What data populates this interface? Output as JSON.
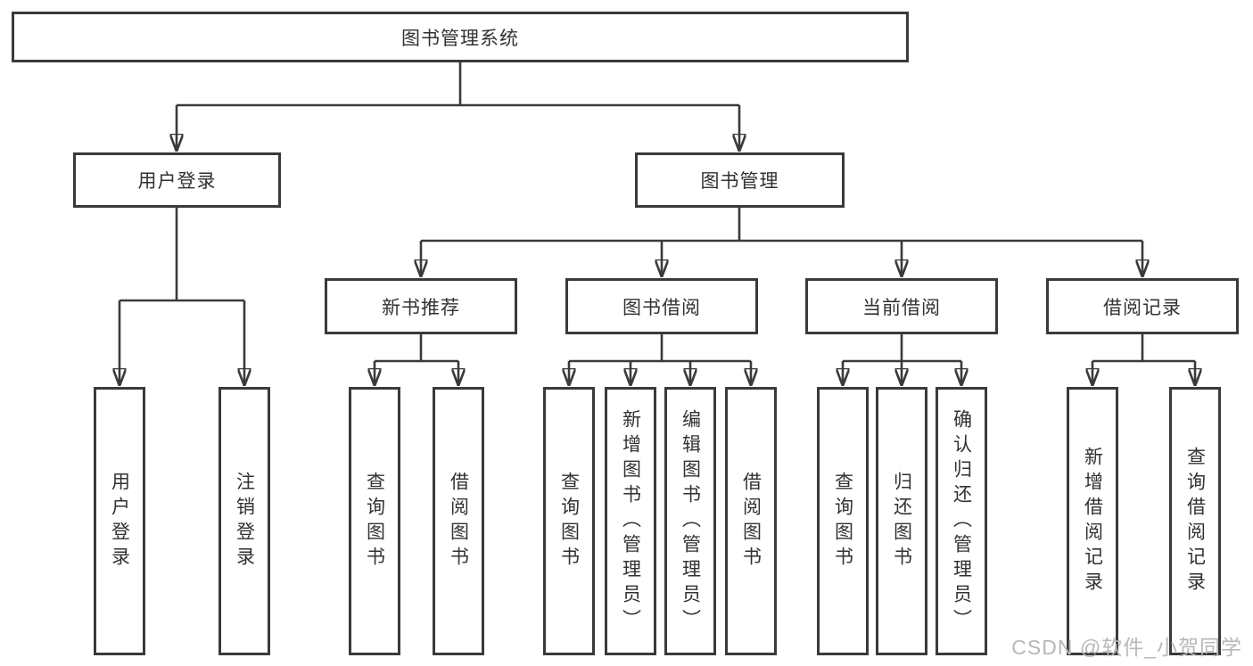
{
  "diagram": {
    "title": "图书管理系统",
    "root": {
      "label": "图书管理系统"
    },
    "branches": [
      {
        "label": "用户登录",
        "children": [
          {
            "label": "用户登录"
          },
          {
            "label": "注销登录"
          }
        ]
      },
      {
        "label": "图书管理",
        "children": [
          {
            "label": "新书推荐",
            "children": [
              {
                "label": "查询图书"
              },
              {
                "label": "借阅图书"
              }
            ]
          },
          {
            "label": "图书借阅",
            "children": [
              {
                "label": "查询图书"
              },
              {
                "label": "新增图书（管理员）"
              },
              {
                "label": "编辑图书（管理员）"
              },
              {
                "label": "借阅图书"
              }
            ]
          },
          {
            "label": "当前借阅",
            "children": [
              {
                "label": "查询图书"
              },
              {
                "label": "归还图书"
              },
              {
                "label": "确认归还（管理员）"
              }
            ]
          },
          {
            "label": "借阅记录",
            "children": [
              {
                "label": "新增借阅记录"
              },
              {
                "label": "查询借阅记录"
              }
            ]
          }
        ]
      }
    ],
    "colors": {
      "line": "#3a3a3a",
      "text": "#323232",
      "background": "#ffffff",
      "watermark_text": "#b8b8b8"
    },
    "watermark": {
      "text": "CSDN @软件_小贺同学"
    }
  }
}
